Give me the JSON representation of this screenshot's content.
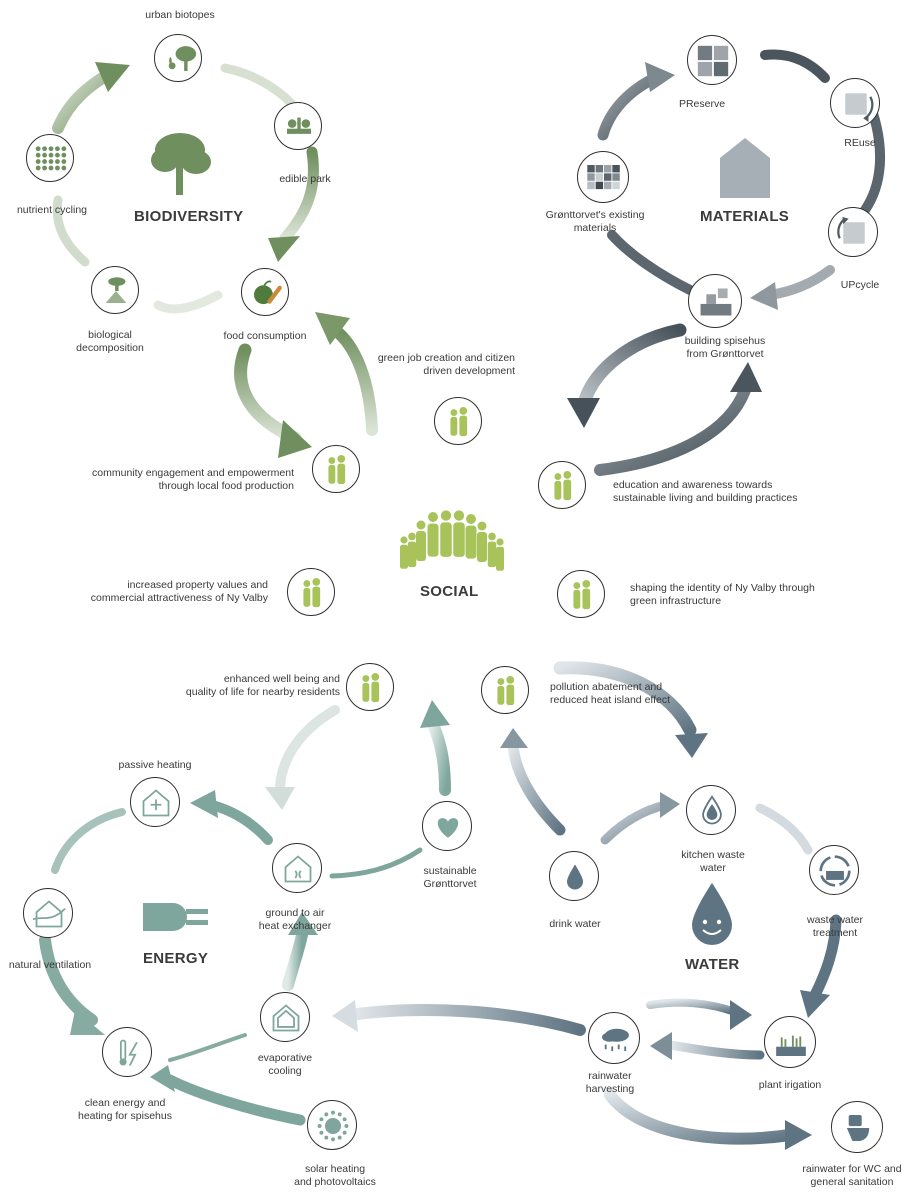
{
  "colors": {
    "biodiversity": "#6f8f5f",
    "materials": "#4f5a62",
    "social": "#a8c35a",
    "energy": "#7fa69c",
    "water": "#5f7482"
  },
  "sections": {
    "biodiversity": "BIODIVERSITY",
    "materials": "MATERIALS",
    "social": "SOCIAL",
    "energy": "ENERGY",
    "water": "WATER"
  },
  "nodes": {
    "urban_biotopes": "urban biotopes",
    "edible_park": "edible park",
    "nutrient_cycling": "nutrient cycling",
    "food_consumption": "food consumption",
    "biological_decomposition": "biological\ndecomposition",
    "preserve": "PReserve",
    "reuse": "REuse",
    "upcycle": "UPcycle",
    "existing_materials": "Grønttorvet's existing\nmaterials",
    "building_spisehus": "building spisehus\nfrom Grønttorvet",
    "green_job": "green job creation and citizen\ndriven development",
    "community_engagement": "community engagement and empowerment\nthrough local food production",
    "education": "education and awareness towards\nsustainable living and building practices",
    "property_values": "increased property values and\ncommercial attractiveness of Ny Valby",
    "shaping_identity": "shaping the identity of Ny Valby through\ngreen infrastructure",
    "well_being": "enhanced well being and\nquality of life for nearby residents",
    "pollution": "pollution abatement and\nreduced heat island effect",
    "passive_heating": "passive heating",
    "sustainable_gronttorvet": "sustainable\nGrønttorvet",
    "ground_to_air": "ground to air\nheat exchanger",
    "natural_ventilation": "natural ventilation",
    "evaporative_cooling": "evaporative\ncooling",
    "clean_energy": "clean energy and\nheating for spisehus",
    "solar": "solar heating\nand photovoltaics",
    "kitchen_waste_water": "kitchen waste\nwater",
    "drink_water": "drink water",
    "waste_water_treatment": "waste water\ntreatment",
    "rainwater_harvesting": "rainwater\nharvesting",
    "plant_irrigation": "plant irigation",
    "rainwater_wc": "rainwater for WC and\ngeneral sanitation"
  },
  "icons": {
    "urban_biotopes": "tree-with-rabbit-icon",
    "edible_park": "garden-hands-icon",
    "nutrient_cycling": "dots-grid-icon",
    "food_consumption": "apple-carrot-icon",
    "biological_decomposition": "mushroom-grain-icon",
    "preserve": "puzzle-icon",
    "reuse": "puzzle-recycle-icon",
    "upcycle": "puzzle-upcycle-icon",
    "existing_materials": "material-swatches-icon",
    "building_spisehus": "building-blocks-icon",
    "social": "people-pair-icon",
    "passive_heating": "house-heat-icon",
    "sustainable_gronttorvet": "heart-icon",
    "ground_to_air": "house-ground-icon",
    "natural_ventilation": "house-wind-icon",
    "evaporative_cooling": "house-outline-icon",
    "clean_energy": "thermometer-bolt-icon",
    "solar": "sun-icon",
    "kitchen_waste_water": "water-drops-icon",
    "drink_water": "water-drop-icon",
    "waste_water_treatment": "water-cycle-icon",
    "rainwater_harvesting": "rain-cloud-icon",
    "plant_irrigation": "plant-bed-icon",
    "rainwater_wc": "toilet-icon",
    "biodiversity_center": "big-tree-icon",
    "materials_center": "house-shape-icon",
    "social_center": "crowd-icon",
    "energy_center": "plug-icon",
    "water_center": "smiling-drop-icon"
  }
}
